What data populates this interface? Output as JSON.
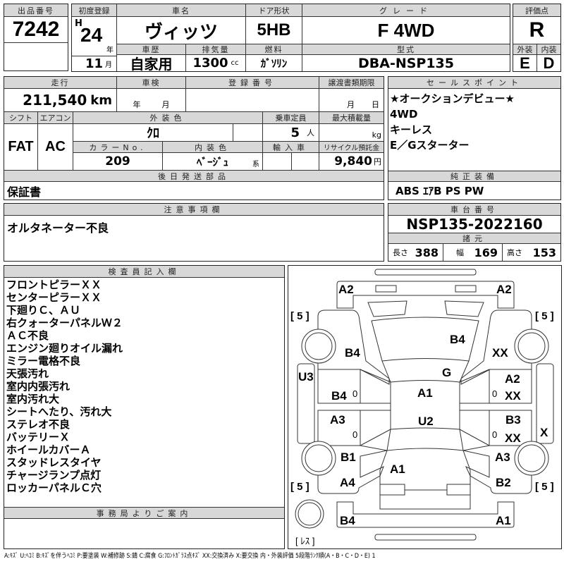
{
  "lot": {
    "label": "出品番号",
    "value": "7242"
  },
  "vehicle": {
    "first_reg_label": "初度登録",
    "era": "H",
    "year": "24",
    "year_unit": "年",
    "month": "11",
    "month_unit": "月",
    "name_label": "車名",
    "name": "ヴィッツ",
    "door_label": "ドア形状",
    "door": "5HB",
    "grade_label": "グレード",
    "grade": "F 4WD",
    "history_label": "車歴",
    "history": "自家用",
    "displacement_label": "排気量",
    "displacement": "1300",
    "displacement_unit": "cc",
    "fuel_label": "燃料",
    "fuel": "ｶﾞｿﾘﾝ",
    "model_label": "型式",
    "model": "DBA-NSP135"
  },
  "score": {
    "label": "評価点",
    "value": "R",
    "ext_label": "外装",
    "int_label": "内装",
    "ext": "E",
    "int": "D"
  },
  "details": {
    "mileage_label": "走行",
    "mileage": "211,540",
    "mileage_unit": "km",
    "inspection_label": "車検",
    "inspection_year_unit": "年",
    "inspection_month_unit": "月",
    "reg_no_label": "登録番号",
    "transfer_label": "譲渡書類期限",
    "transfer_month_unit": "月",
    "transfer_day_unit": "日",
    "shift_label": "シフト",
    "shift": "FAT",
    "ac_label": "エアコン",
    "ac": "AC",
    "color_label": "外装色",
    "color": "ｸﾛ",
    "capacity_label": "乗車定員",
    "capacity": "5",
    "capacity_unit": "人",
    "load_label": "最大積載量",
    "load_unit": "kg",
    "color_no_label": "カラーNo.",
    "color_no": "209",
    "interior_label": "内装色",
    "interior": "ﾍﾞｰｼﾞｭ",
    "interior_unit": "系",
    "import_label": "輸入車",
    "recycle_label": "リサイクル預託金",
    "recycle": "9,840",
    "recycle_unit": "円",
    "later_parts_label": "後日発送部品",
    "later_parts": "保証書"
  },
  "sales_points": {
    "label": "セールスポイント",
    "items": [
      "★オークションデビュー★",
      "4WD",
      "キーレス",
      "E／Gスターター"
    ]
  },
  "equipment": {
    "label": "純正装備",
    "value": "ABS ｴｱB PS PW"
  },
  "notes": {
    "label": "注意事項欄",
    "value": "オルタネーター不良"
  },
  "chassis": {
    "label": "車台番号",
    "value": "NSP135-2022160",
    "spec_label": "諸元",
    "length_label": "長さ",
    "length": "388",
    "width_label": "幅",
    "width": "169",
    "height_label": "高さ",
    "height": "153"
  },
  "inspector": {
    "label": "検査員記入欄",
    "items": [
      "フロントピラーＸＸ",
      "センターピラーＸＸ",
      "下廻りＣ、ＡＵ",
      "右クォーターパネルＷ２",
      "ＡＣ不良",
      "エンジン廻りオイル漏れ",
      "ミラー電格不良",
      "天張汚れ",
      "室内内張汚れ",
      "室内汚れ大",
      "シートへたり、汚れ大",
      "ステレオ不良",
      "バッテリーＸ",
      "ホイールカバーＡ",
      "スタッドレスタイヤ",
      "チャージランプ点灯",
      "ロッカーパネルＣ穴"
    ]
  },
  "office": {
    "label": "事務局よりご案内"
  },
  "diagram": {
    "marks": [
      "A2",
      "A2",
      "[ 5 ]",
      "[ 5 ]",
      "B4",
      "B4",
      "XX",
      "U3",
      "G",
      "A2",
      "B4",
      "A1",
      "XX",
      "A3",
      "B3",
      "U2",
      "X",
      "XX",
      "B1",
      "A3",
      "A1",
      "A4",
      "B2",
      "[ 5 ]",
      "[ 5 ]",
      "B4",
      "A1",
      "[ ﾚｽ ]",
      "0",
      "0",
      "0",
      "0"
    ]
  },
  "legend": "A:ｷｽﾞ U:ﾍｺﾐ B:ｷｽﾞを伴うﾍｺﾐ P:要塗装 W:補修跡 S:錆 C:腐食 G:ﾌﾛﾝﾄｶﾞﾗｽ点ｷｽﾞ XX:交換済み X:要交換 内・外装評価 5段階ﾗﾝｸ順(A・B・C・D・E) 1"
}
